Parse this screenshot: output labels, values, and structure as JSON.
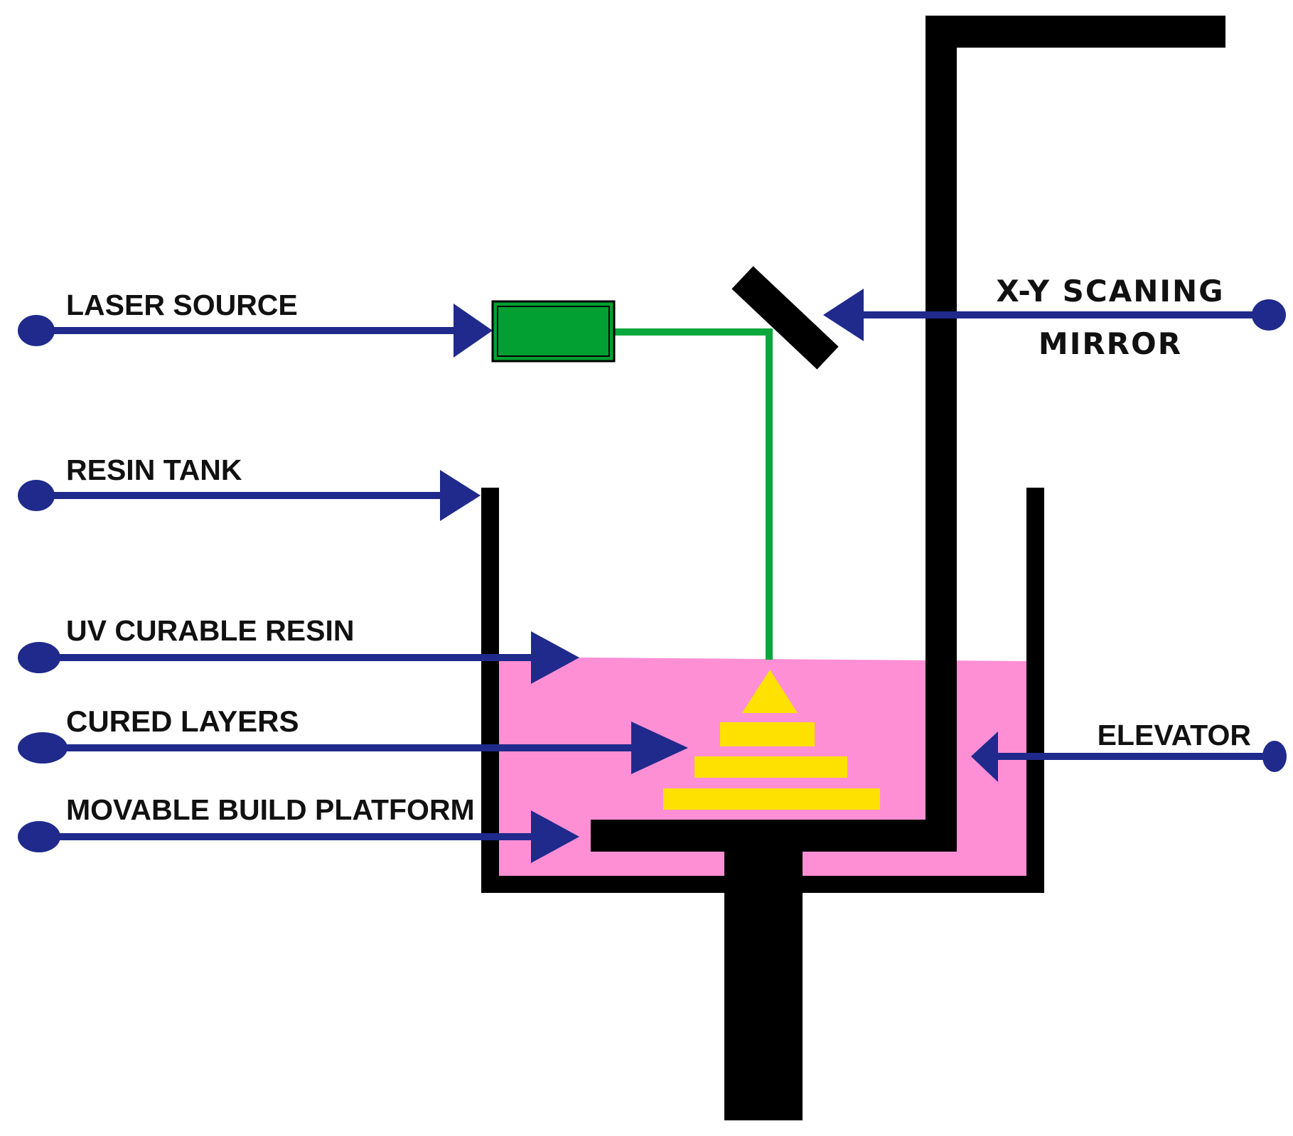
{
  "colors": {
    "background": "#ffffff",
    "structure": "#000000",
    "pointer": "#1f2a8c",
    "laser_beam": "#0aa83c",
    "laser_source": "#02a032",
    "resin": "#ff8fd4",
    "cured_layers": "#ffe100"
  },
  "labels": {
    "laser_source": "LASER SOURCE",
    "resin_tank": "RESIN TANK",
    "uv_curable_resin": "UV CURABLE RESIN",
    "cured_layers": "CURED LAYERS",
    "movable_build_platform": "MOVABLE BUILD PLATFORM",
    "xy_scanning_line1": "X-Y SCANING",
    "xy_scanning_line2": "MIRROR",
    "elevator": "ELEVATOR"
  }
}
